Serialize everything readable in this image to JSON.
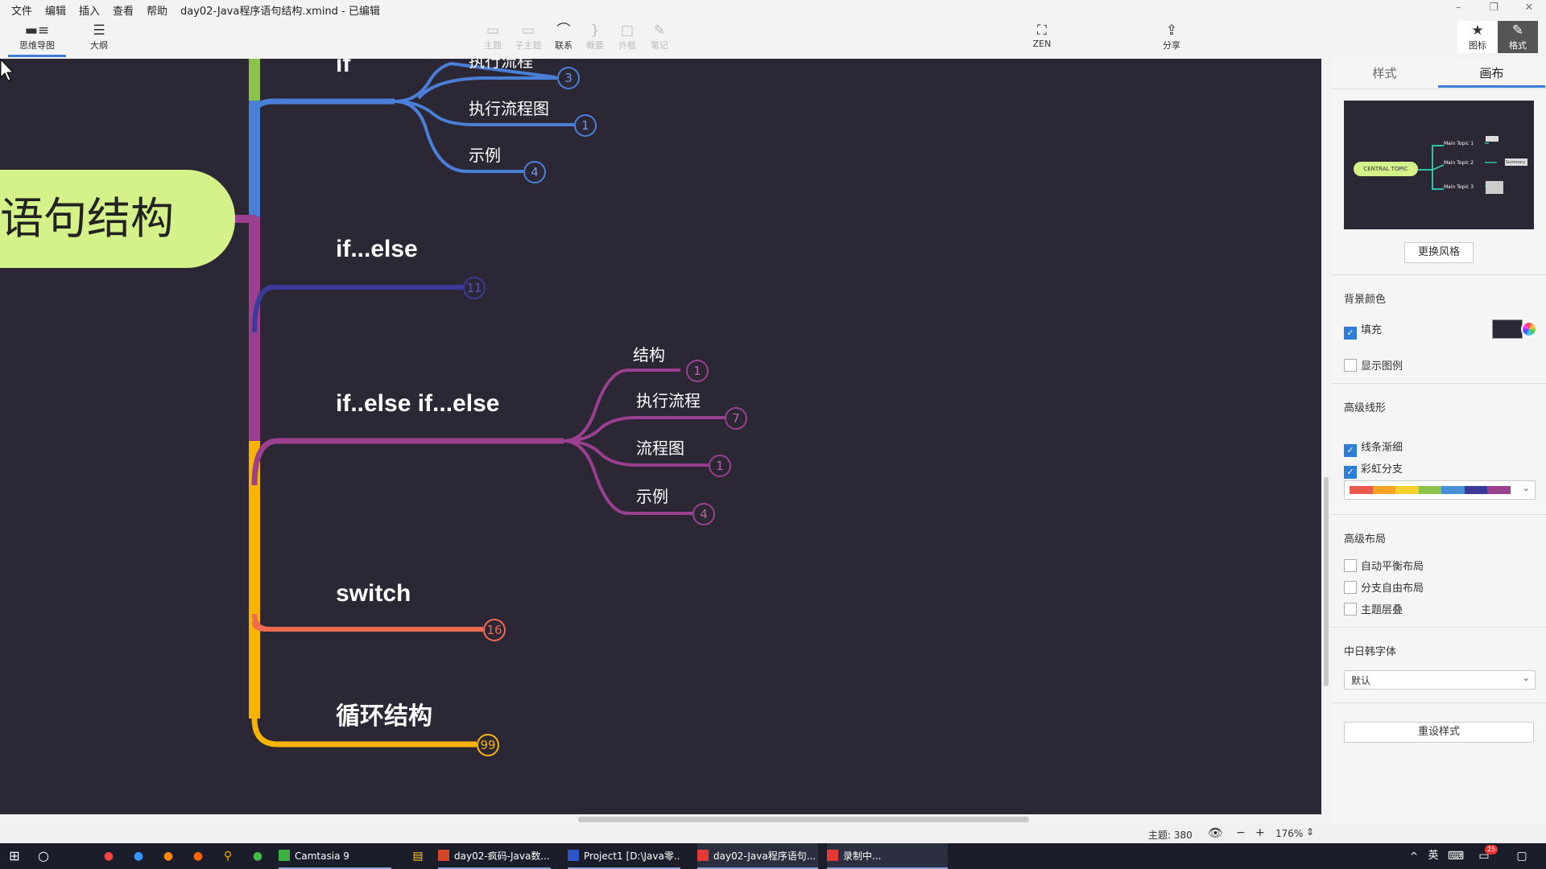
{
  "window": {
    "title": "day02-Java程序语句结构.xmind - 已编辑",
    "menu": [
      "文件",
      "编辑",
      "插入",
      "查看",
      "帮助"
    ]
  },
  "toolbar": {
    "view_tabs": [
      {
        "label": "思维导图",
        "icon": "mindmap-icon"
      },
      {
        "label": "大纲",
        "icon": "outline-icon"
      }
    ],
    "insert_buttons": [
      {
        "label": "主题",
        "icon": "topic-icon",
        "enabled": false
      },
      {
        "label": "子主题",
        "icon": "subtopic-icon",
        "enabled": false
      },
      {
        "label": "联系",
        "icon": "relationship-icon",
        "enabled": true
      },
      {
        "label": "概要",
        "icon": "summary-icon",
        "enabled": false
      },
      {
        "label": "外框",
        "icon": "boundary-icon",
        "enabled": false
      },
      {
        "label": "笔记",
        "icon": "note-icon",
        "enabled": false
      }
    ],
    "zen": {
      "label": "ZEN",
      "icon": "zen-icon"
    },
    "share": {
      "label": "分享",
      "icon": "share-icon"
    },
    "right_buttons": [
      {
        "label": "图标",
        "icon": "star-icon"
      },
      {
        "label": "格式",
        "icon": "brush-icon"
      }
    ]
  },
  "mindmap": {
    "central_topic": "语句结构",
    "colors": {
      "background": "#2b2734",
      "central": "#d5f28a",
      "green": "#8bc34a",
      "blue": "#4a7fd8",
      "indigo": "#3b3a9a",
      "purple": "#9b3f8f",
      "orange": "#ee6a50",
      "yellow": "#f8b400"
    },
    "topics": [
      {
        "label": "if",
        "color": "#4a7fd8",
        "children": [
          {
            "label": "执行流程",
            "badge": "3"
          },
          {
            "label": "执行流程图",
            "badge": "1"
          },
          {
            "label": "示例",
            "badge": "4"
          }
        ]
      },
      {
        "label": "if...else",
        "color": "#3b3a9a",
        "badge": "11"
      },
      {
        "label": "if..else if...else",
        "color": "#9b3f8f",
        "children": [
          {
            "label": "结构",
            "badge": "1"
          },
          {
            "label": "执行流程",
            "badge": "7"
          },
          {
            "label": "流程图",
            "badge": "1"
          },
          {
            "label": "示例",
            "badge": "4"
          }
        ]
      },
      {
        "label": "switch",
        "color": "#ee6a50",
        "badge": "16"
      },
      {
        "label": "循环结构",
        "color": "#f8b400",
        "badge": "99"
      }
    ]
  },
  "panel": {
    "tabs": [
      "样式",
      "画布"
    ],
    "active_tab": "画布",
    "preview": {
      "central": "CENTRAL TOPIC",
      "main_topics": [
        "Main Topic 1",
        "Main Topic 2",
        "Main Topic 3"
      ],
      "summary": "Summary"
    },
    "change_style_button": "更换风格",
    "background_color_label": "背景颜色",
    "fill": {
      "label": "填充",
      "checked": true,
      "color": "#2b2734"
    },
    "show_legend": {
      "label": "显示图例",
      "checked": false
    },
    "advanced_line_label": "高级线形",
    "line_taper": {
      "label": "线条渐细",
      "checked": true
    },
    "rainbow_branch": {
      "label": "彩虹分支",
      "checked": true
    },
    "rainbow_colors": [
      "#ee5a4f",
      "#f8a524",
      "#f5cf2a",
      "#8bc34a",
      "#4a90d9",
      "#3b3a9a",
      "#9b3f8f"
    ],
    "advanced_layout_label": "高级布局",
    "auto_balance": {
      "label": "自动平衡布局",
      "checked": false
    },
    "free_branch": {
      "label": "分支自由布局",
      "checked": false
    },
    "topic_overlap": {
      "label": "主题层叠",
      "checked": false
    },
    "cjk_font_label": "中日韩字体",
    "cjk_font_value": "默认",
    "reset_style_button": "重设样式"
  },
  "status": {
    "topic_count": "主题: 380",
    "zoom": "176%"
  },
  "taskbar": {
    "items": [
      {
        "label": "Camtasia 9",
        "color": "#3cb043"
      },
      {
        "label": "day02-疯码-Java数...",
        "color": "#d24726"
      },
      {
        "label": "Project1 [D:\\Java零...",
        "color": "#2b56c7"
      },
      {
        "label": "day02-Java程序语句...",
        "color": "#e53935"
      },
      {
        "label": "录制中...",
        "color": "#e53935"
      }
    ],
    "ime": "英",
    "notifications": "25"
  }
}
